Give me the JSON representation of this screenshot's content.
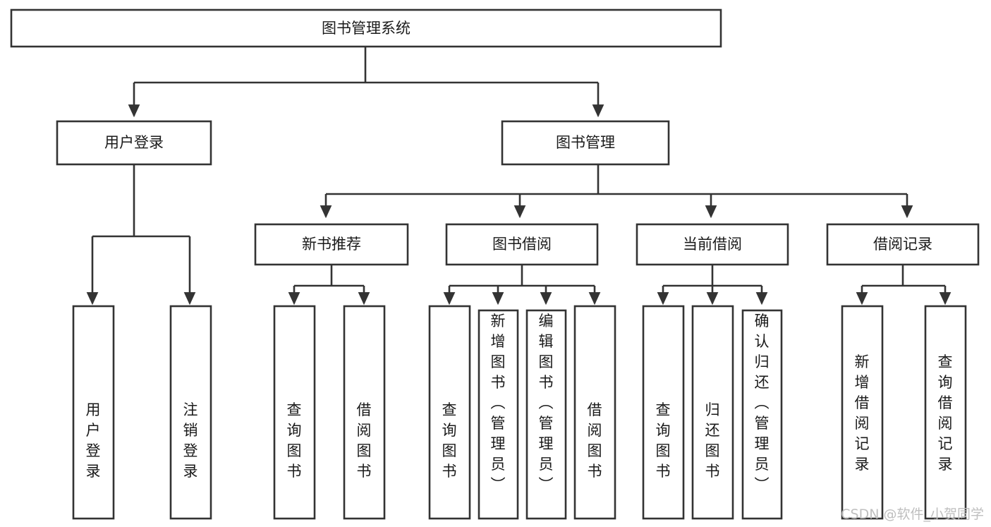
{
  "diagram": {
    "type": "tree-hierarchy",
    "title": "图书管理系统",
    "root": {
      "id": "root",
      "label": "图书管理系统",
      "orientation": "horizontal"
    },
    "level2": [
      {
        "id": "user-login",
        "label": "用户登录",
        "orientation": "horizontal"
      },
      {
        "id": "book-management",
        "label": "图书管理",
        "orientation": "horizontal"
      }
    ],
    "level3": [
      {
        "id": "new-book-recommend",
        "label": "新书推荐",
        "parent": "book-management",
        "orientation": "horizontal"
      },
      {
        "id": "book-borrow",
        "label": "图书借阅",
        "parent": "book-management",
        "orientation": "horizontal"
      },
      {
        "id": "current-borrow",
        "label": "当前借阅",
        "parent": "book-management",
        "orientation": "horizontal"
      },
      {
        "id": "borrow-record",
        "label": "借阅记录",
        "parent": "book-management",
        "orientation": "horizontal"
      }
    ],
    "leaves": [
      {
        "id": "leaf-user-login",
        "label": "用户登录",
        "parent": "user-login",
        "orientation": "vertical"
      },
      {
        "id": "leaf-logout-login",
        "label": "注销登录",
        "parent": "user-login",
        "orientation": "vertical"
      },
      {
        "id": "leaf-query-book-1",
        "label": "查询图书",
        "parent": "new-book-recommend",
        "orientation": "vertical"
      },
      {
        "id": "leaf-borrow-book-1",
        "label": "借阅图书",
        "parent": "new-book-recommend",
        "orientation": "vertical"
      },
      {
        "id": "leaf-query-book-2",
        "label": "查询图书",
        "parent": "book-borrow",
        "orientation": "vertical"
      },
      {
        "id": "leaf-add-book",
        "label": "新增图书（管理员）",
        "parent": "book-borrow",
        "orientation": "vertical"
      },
      {
        "id": "leaf-edit-book",
        "label": "编辑图书（管理员）",
        "parent": "book-borrow",
        "orientation": "vertical"
      },
      {
        "id": "leaf-borrow-book-2",
        "label": "借阅图书",
        "parent": "book-borrow",
        "orientation": "vertical"
      },
      {
        "id": "leaf-query-book-3",
        "label": "查询图书",
        "parent": "current-borrow",
        "orientation": "vertical"
      },
      {
        "id": "leaf-return-book",
        "label": "归还图书",
        "parent": "current-borrow",
        "orientation": "vertical"
      },
      {
        "id": "leaf-confirm-return",
        "label": "确认归还（管理员）",
        "parent": "current-borrow",
        "orientation": "vertical"
      },
      {
        "id": "leaf-add-record",
        "label": "新增借阅记录",
        "parent": "borrow-record",
        "orientation": "vertical"
      },
      {
        "id": "leaf-query-record",
        "label": "查询借阅记录",
        "parent": "borrow-record",
        "orientation": "vertical"
      }
    ],
    "colors": {
      "stroke": "#333333",
      "fill": "#ffffff",
      "text": "#1a1a1a",
      "watermark": "#bfbfbf"
    }
  },
  "watermark": {
    "text": "CSDN @软件_小贺同学"
  }
}
